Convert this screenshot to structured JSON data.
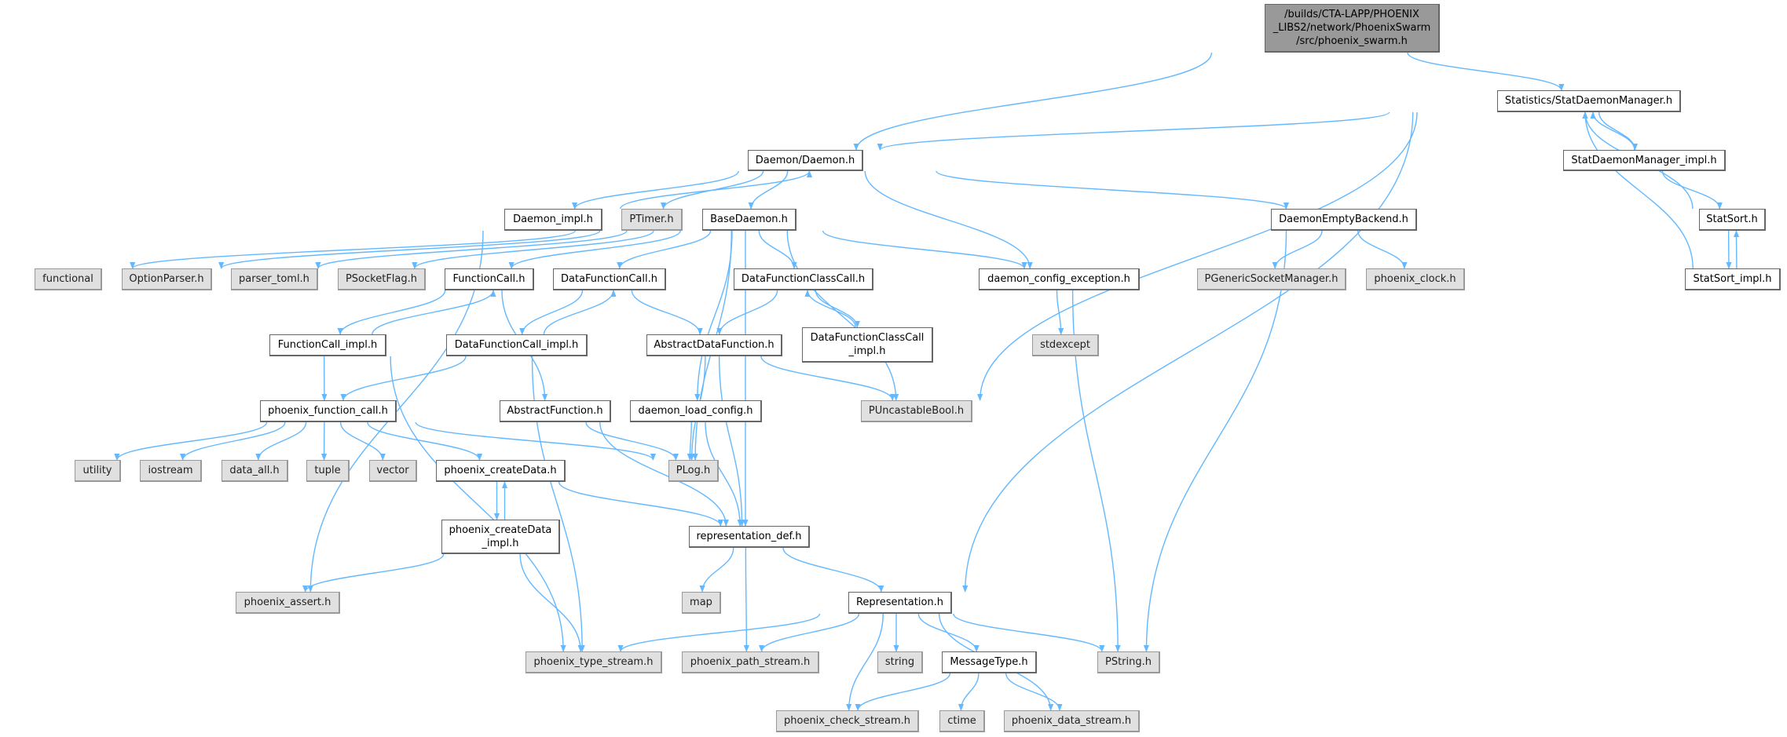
{
  "colors": {
    "edge": "#63b8ff",
    "root_fill": "#999999",
    "external_fill": "#e0e0e0",
    "documented_fill": "#ffffff",
    "border": "#666666"
  },
  "nodes": [
    {
      "id": "root",
      "label": "/builds/CTA-LAPP/PHOENIX\n_LIBS2/network/PhoenixSwarm\n/src/phoenix_swarm.h",
      "kind": "root"
    },
    {
      "id": "statdm",
      "label": "Statistics/StatDaemonManager.h",
      "kind": "documented"
    },
    {
      "id": "daemon",
      "label": "Daemon/Daemon.h",
      "kind": "documented"
    },
    {
      "id": "statdm_impl",
      "label": "StatDaemonManager_impl.h",
      "kind": "documented"
    },
    {
      "id": "daemon_impl",
      "label": "Daemon_impl.h",
      "kind": "documented"
    },
    {
      "id": "ptimer",
      "label": "PTimer.h",
      "kind": "external"
    },
    {
      "id": "basedaemon",
      "label": "BaseDaemon.h",
      "kind": "documented"
    },
    {
      "id": "emptybackend",
      "label": "DaemonEmptyBackend.h",
      "kind": "documented"
    },
    {
      "id": "statsort",
      "label": "StatSort.h",
      "kind": "documented"
    },
    {
      "id": "functional",
      "label": "functional",
      "kind": "external"
    },
    {
      "id": "optionparser",
      "label": "OptionParser.h",
      "kind": "external"
    },
    {
      "id": "parsertoml",
      "label": "parser_toml.h",
      "kind": "external"
    },
    {
      "id": "psocketflag",
      "label": "PSocketFlag.h",
      "kind": "external"
    },
    {
      "id": "functioncall",
      "label": "FunctionCall.h",
      "kind": "documented"
    },
    {
      "id": "datafunctioncall",
      "label": "DataFunctionCall.h",
      "kind": "documented"
    },
    {
      "id": "dfclasscall",
      "label": "DataFunctionClassCall.h",
      "kind": "documented"
    },
    {
      "id": "configexc",
      "label": "daemon_config_exception.h",
      "kind": "documented"
    },
    {
      "id": "pgeneric",
      "label": "PGenericSocketManager.h",
      "kind": "external"
    },
    {
      "id": "pclock",
      "label": "phoenix_clock.h",
      "kind": "external"
    },
    {
      "id": "statsort_impl",
      "label": "StatSort_impl.h",
      "kind": "documented"
    },
    {
      "id": "functioncall_impl",
      "label": "FunctionCall_impl.h",
      "kind": "documented"
    },
    {
      "id": "datafunctioncall_impl",
      "label": "DataFunctionCall_impl.h",
      "kind": "documented"
    },
    {
      "id": "abstractdatafunction",
      "label": "AbstractDataFunction.h",
      "kind": "documented"
    },
    {
      "id": "dfclasscall_impl",
      "label": "DataFunctionClassCall\n_impl.h",
      "kind": "documented"
    },
    {
      "id": "stdexcept",
      "label": "stdexcept",
      "kind": "external"
    },
    {
      "id": "pfunctioncall",
      "label": "phoenix_function_call.h",
      "kind": "documented"
    },
    {
      "id": "abstractfunction",
      "label": "AbstractFunction.h",
      "kind": "documented"
    },
    {
      "id": "loadconfig",
      "label": "daemon_load_config.h",
      "kind": "documented"
    },
    {
      "id": "puncastable",
      "label": "PUncastableBool.h",
      "kind": "external"
    },
    {
      "id": "utility",
      "label": "utility",
      "kind": "external"
    },
    {
      "id": "iostream",
      "label": "iostream",
      "kind": "external"
    },
    {
      "id": "dataall",
      "label": "data_all.h",
      "kind": "external"
    },
    {
      "id": "tuple",
      "label": "tuple",
      "kind": "external"
    },
    {
      "id": "vector",
      "label": "vector",
      "kind": "external"
    },
    {
      "id": "createdata",
      "label": "phoenix_createData.h",
      "kind": "documented"
    },
    {
      "id": "plog",
      "label": "PLog.h",
      "kind": "external"
    },
    {
      "id": "createdata_impl",
      "label": "phoenix_createData\n_impl.h",
      "kind": "documented"
    },
    {
      "id": "reprdef",
      "label": "representation_def.h",
      "kind": "documented"
    },
    {
      "id": "passert",
      "label": "phoenix_assert.h",
      "kind": "external"
    },
    {
      "id": "map",
      "label": "map",
      "kind": "external"
    },
    {
      "id": "representation",
      "label": "Representation.h",
      "kind": "documented"
    },
    {
      "id": "typestream",
      "label": "phoenix_type_stream.h",
      "kind": "external"
    },
    {
      "id": "pathstream",
      "label": "phoenix_path_stream.h",
      "kind": "external"
    },
    {
      "id": "string",
      "label": "string",
      "kind": "external"
    },
    {
      "id": "messagetype",
      "label": "MessageType.h",
      "kind": "documented"
    },
    {
      "id": "pstring",
      "label": "PString.h",
      "kind": "external"
    },
    {
      "id": "checkstream",
      "label": "phoenix_check_stream.h",
      "kind": "external"
    },
    {
      "id": "ctime",
      "label": "ctime",
      "kind": "external"
    },
    {
      "id": "datastream",
      "label": "phoenix_data_stream.h",
      "kind": "external"
    }
  ],
  "edges": [
    [
      "root",
      "daemon"
    ],
    [
      "root",
      "statdm"
    ],
    [
      "statdm",
      "daemon"
    ],
    [
      "statdm",
      "puncastable"
    ],
    [
      "statdm",
      "representation"
    ],
    [
      "statdm",
      "statdm_impl"
    ],
    [
      "statdm_impl",
      "statdm"
    ],
    [
      "statdm_impl",
      "statsort"
    ],
    [
      "statsort",
      "statdm"
    ],
    [
      "statsort",
      "statsort_impl"
    ],
    [
      "statsort_impl",
      "statsort"
    ],
    [
      "statsort_impl",
      "statdm"
    ],
    [
      "daemon",
      "daemon_impl"
    ],
    [
      "daemon",
      "ptimer"
    ],
    [
      "daemon",
      "basedaemon"
    ],
    [
      "daemon",
      "emptybackend"
    ],
    [
      "daemon",
      "configexc"
    ],
    [
      "daemon_impl",
      "daemon"
    ],
    [
      "daemon_impl",
      "passert"
    ],
    [
      "basedaemon",
      "functional"
    ],
    [
      "basedaemon",
      "optionparser"
    ],
    [
      "basedaemon",
      "parsertoml"
    ],
    [
      "basedaemon",
      "psocketflag"
    ],
    [
      "basedaemon",
      "functioncall"
    ],
    [
      "basedaemon",
      "datafunctioncall"
    ],
    [
      "basedaemon",
      "dfclasscall"
    ],
    [
      "basedaemon",
      "configexc"
    ],
    [
      "basedaemon",
      "puncastable"
    ],
    [
      "basedaemon",
      "reprdef"
    ],
    [
      "basedaemon",
      "loadconfig"
    ],
    [
      "basedaemon",
      "plog"
    ],
    [
      "emptybackend",
      "pgeneric"
    ],
    [
      "emptybackend",
      "pclock"
    ],
    [
      "emptybackend",
      "pstring"
    ],
    [
      "configexc",
      "stdexcept"
    ],
    [
      "configexc",
      "pstring"
    ],
    [
      "functioncall",
      "functioncall_impl"
    ],
    [
      "functioncall",
      "abstractfunction"
    ],
    [
      "functioncall_impl",
      "functioncall"
    ],
    [
      "functioncall_impl",
      "pfunctioncall"
    ],
    [
      "functioncall_impl",
      "typestream"
    ],
    [
      "datafunctioncall",
      "datafunctioncall_impl"
    ],
    [
      "datafunctioncall",
      "abstractdatafunction"
    ],
    [
      "datafunctioncall_impl",
      "datafunctioncall"
    ],
    [
      "datafunctioncall_impl",
      "pfunctioncall"
    ],
    [
      "datafunctioncall_impl",
      "typestream"
    ],
    [
      "dfclasscall",
      "abstractdatafunction"
    ],
    [
      "dfclasscall",
      "dfclasscall_impl"
    ],
    [
      "dfclasscall_impl",
      "dfclasscall"
    ],
    [
      "abstractdatafunction",
      "puncastable"
    ],
    [
      "abstractdatafunction",
      "plog"
    ],
    [
      "abstractdatafunction",
      "reprdef"
    ],
    [
      "abstractfunction",
      "plog"
    ],
    [
      "abstractfunction",
      "reprdef"
    ],
    [
      "loadconfig",
      "plog"
    ],
    [
      "loadconfig",
      "reprdef"
    ],
    [
      "pfunctioncall",
      "utility"
    ],
    [
      "pfunctioncall",
      "iostream"
    ],
    [
      "pfunctioncall",
      "dataall"
    ],
    [
      "pfunctioncall",
      "tuple"
    ],
    [
      "pfunctioncall",
      "vector"
    ],
    [
      "pfunctioncall",
      "createdata"
    ],
    [
      "pfunctioncall",
      "plog"
    ],
    [
      "createdata",
      "createdata_impl"
    ],
    [
      "createdata",
      "reprdef"
    ],
    [
      "createdata_impl",
      "createdata"
    ],
    [
      "createdata_impl",
      "passert"
    ],
    [
      "createdata_impl",
      "typestream"
    ],
    [
      "reprdef",
      "map"
    ],
    [
      "reprdef",
      "pathstream"
    ],
    [
      "reprdef",
      "representation"
    ],
    [
      "representation",
      "typestream"
    ],
    [
      "representation",
      "pathstream"
    ],
    [
      "representation",
      "string"
    ],
    [
      "representation",
      "messagetype"
    ],
    [
      "representation",
      "pstring"
    ],
    [
      "representation",
      "checkstream"
    ],
    [
      "representation",
      "datastream"
    ],
    [
      "messagetype",
      "checkstream"
    ],
    [
      "messagetype",
      "ctime"
    ],
    [
      "messagetype",
      "datastream"
    ]
  ]
}
